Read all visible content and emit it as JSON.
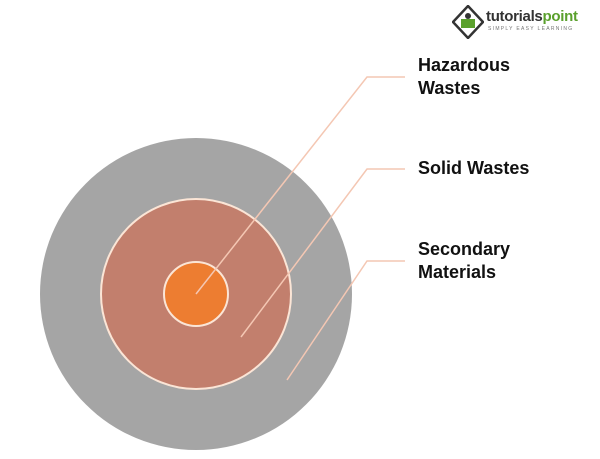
{
  "logo": {
    "name_part1": "tutorials",
    "name_part2": "point",
    "tagline": "SIMPLY EASY LEARNING"
  },
  "layers": [
    {
      "label_line1": "Hazardous",
      "label_line2": "Wastes",
      "color": "#ed7d31"
    },
    {
      "label_line1": "Solid Wastes",
      "label_line2": "",
      "color": "#c27f6d"
    },
    {
      "label_line1": "Secondary",
      "label_line2": "Materials",
      "color": "#a5a5a5"
    }
  ],
  "colors": {
    "leader_line": "#f4c7b3",
    "ring_border": "#fbe5d6"
  }
}
